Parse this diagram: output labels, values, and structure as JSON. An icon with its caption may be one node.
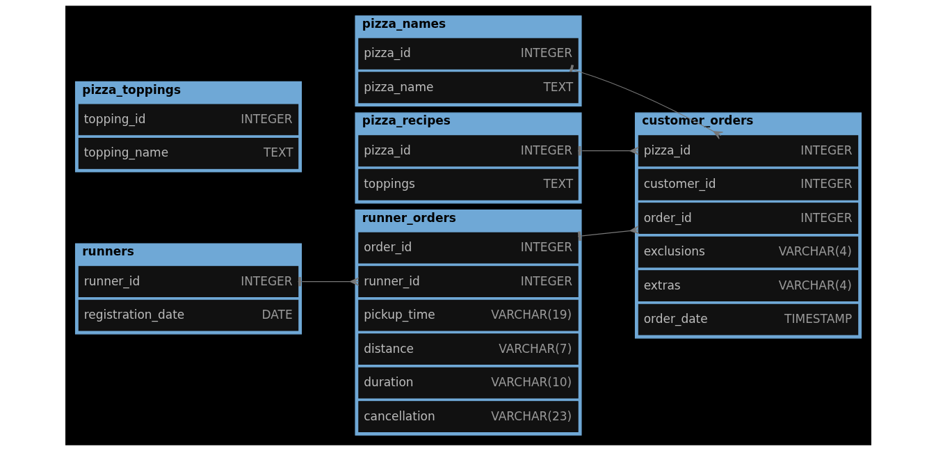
{
  "diagram": {
    "nodes": [
      {
        "text": [
          "runner_orders"
        ]
      },
      {
        "text": [
          "order_id",
          "INTEGER"
        ],
        "in": 0
      },
      {
        "text": [
          "runner_id",
          "INTEGER"
        ],
        "in": 0
      },
      {
        "text": [
          "pickup_time",
          "VARCHAR(19)"
        ],
        "in": 0
      },
      {
        "text": [
          "distance",
          "VARCHAR(7)"
        ],
        "in": 0
      },
      {
        "text": [
          "duration",
          "VARCHAR(10)"
        ],
        "in": 0
      },
      {
        "text": [
          "cancellation",
          "VARCHAR(23)"
        ],
        "in": 0
      },
      {
        "text": [
          "runners"
        ]
      },
      {
        "text": [
          "runner_id",
          "INTEGER"
        ],
        "in": 7
      },
      {
        "text": [
          "registration_date",
          "DATE"
        ],
        "in": 7
      },
      {
        "text": [
          "customer_orders"
        ]
      },
      {
        "text": [
          "order_id",
          "INTEGER"
        ],
        "in": 10
      },
      {
        "text": [
          "customer_id",
          "INTEGER"
        ],
        "in": 10
      },
      {
        "text": [
          "pizza_id",
          "INTEGER"
        ],
        "in": 10
      },
      {
        "text": [
          "exclusions",
          "VARCHAR(4)"
        ],
        "in": 10
      },
      {
        "text": [
          "extras",
          "VARCHAR(4)"
        ],
        "in": 10
      },
      {
        "text": [
          "order_date",
          "TIMESTAMP"
        ],
        "in": 10
      },
      {
        "text": [
          "pizza_names"
        ]
      },
      {
        "text": [
          "pizza_id",
          "INTEGER"
        ],
        "in": 17
      },
      {
        "text": [
          "pizza_name",
          "TEXT"
        ],
        "in": 17
      },
      {
        "text": [
          "pizza_recipes"
        ]
      },
      {
        "text": [
          "pizza_id",
          "INTEGER"
        ],
        "in": 20
      },
      {
        "text": [
          "toppings",
          "TEXT"
        ],
        "in": 20
      },
      {
        "text": [
          "pizza_toppings"
        ]
      },
      {
        "text": [
          "topping_id",
          "INTEGER"
        ],
        "in": 23
      },
      {
        "text": [
          "topping_name",
          "TEXT"
        ],
        "in": 23
      }
    ],
    "edges": [
      {
        "from": 1,
        "to": 11,
        "arrow": "other"
      },
      {
        "from": 8,
        "to": 2,
        "arrow": "other"
      },
      {
        "from": 18,
        "to": 13,
        "arrow": "other"
      },
      {
        "from": 21,
        "to": 13,
        "arrow": "other"
      }
    ]
  }
}
